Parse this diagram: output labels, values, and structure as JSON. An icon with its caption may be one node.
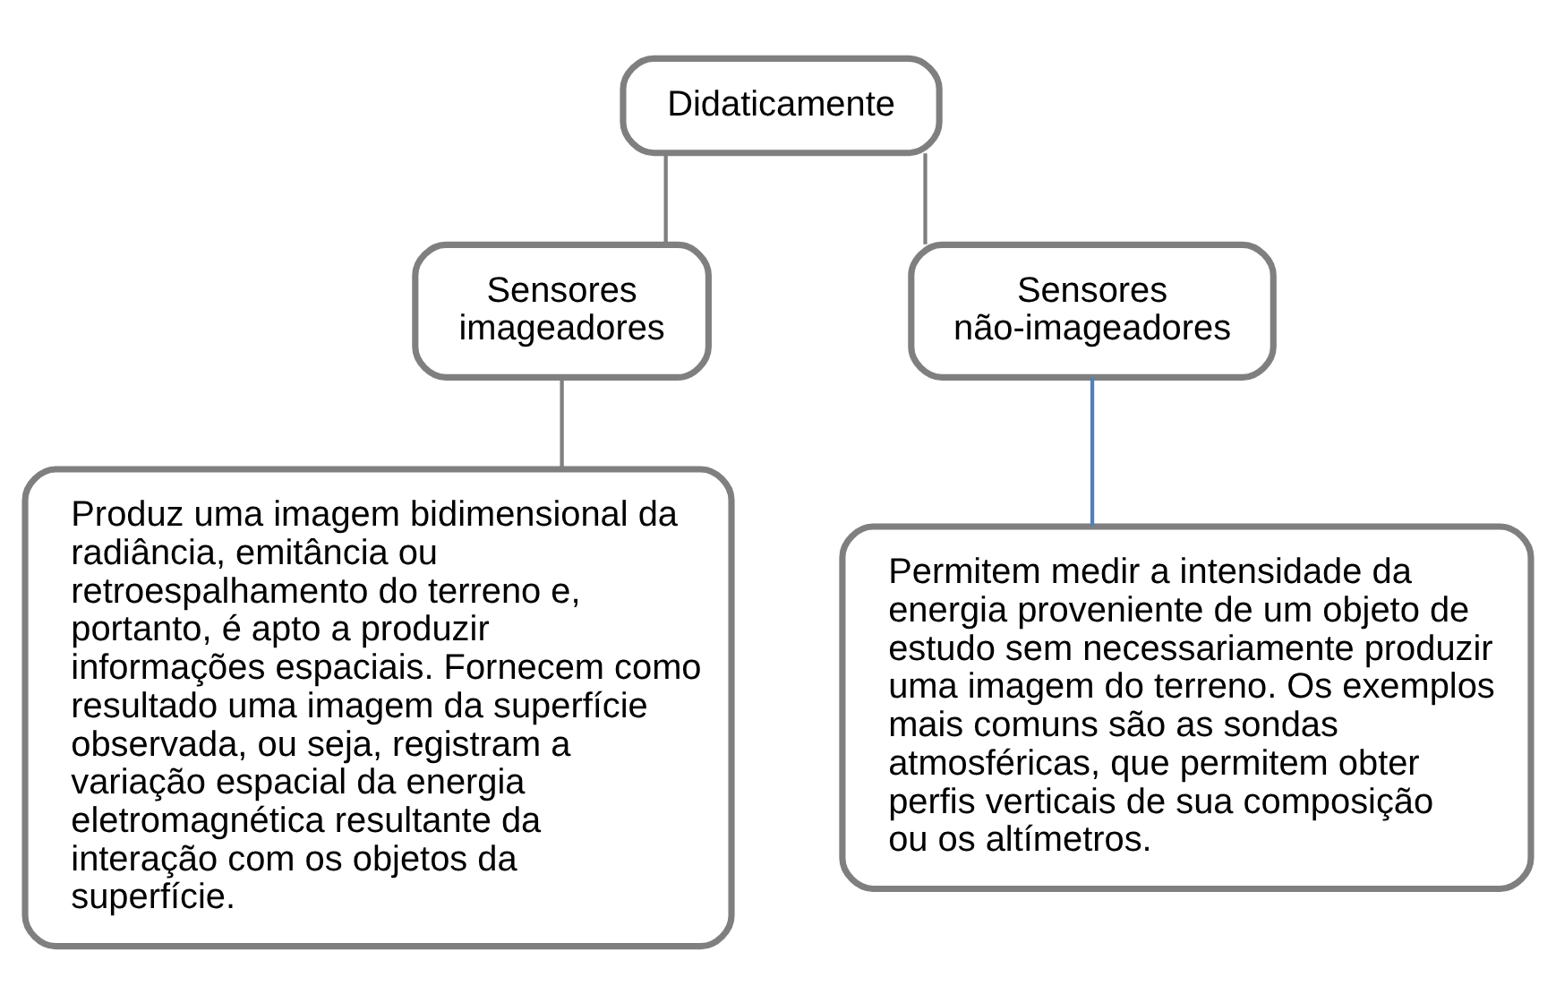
{
  "diagram": {
    "nodes": [
      {
        "text": [
          "Didaticamente"
        ]
      },
      {
        "text": [
          "Sensores",
          "imageadores"
        ]
      },
      {
        "text": [
          "Sensores",
          "não-imageadores"
        ]
      },
      {
        "text": [
          "Produz uma imagem bidimensional da radiância, emitância ou retroespalhamento do terreno e, portanto, é apto a produzir informações espaciais. Fornecem como resultado uma imagem da superfície observada, ou seja, registram a variação espacial da energia eletromagnética resultante da interação com os objetos da superfície."
        ]
      },
      {
        "text": [
          "Permitem medir a intensidade da energia proveniente de um objeto de estudo sem necessariamente produzir uma imagem do terreno. Os exemplos mais comuns são as sondas atmosféricas, que permitem obter perfis verticais de sua composição ou os altímetros."
        ]
      }
    ],
    "edges": [
      {
        "from": 0,
        "to": 1,
        "arrow": "none"
      },
      {
        "from": 0,
        "to": 2,
        "arrow": "none"
      },
      {
        "from": 1,
        "to": 3,
        "arrow": "none"
      },
      {
        "from": 2,
        "to": 4,
        "arrow": "none",
        "color": "#4f81bd"
      }
    ]
  }
}
